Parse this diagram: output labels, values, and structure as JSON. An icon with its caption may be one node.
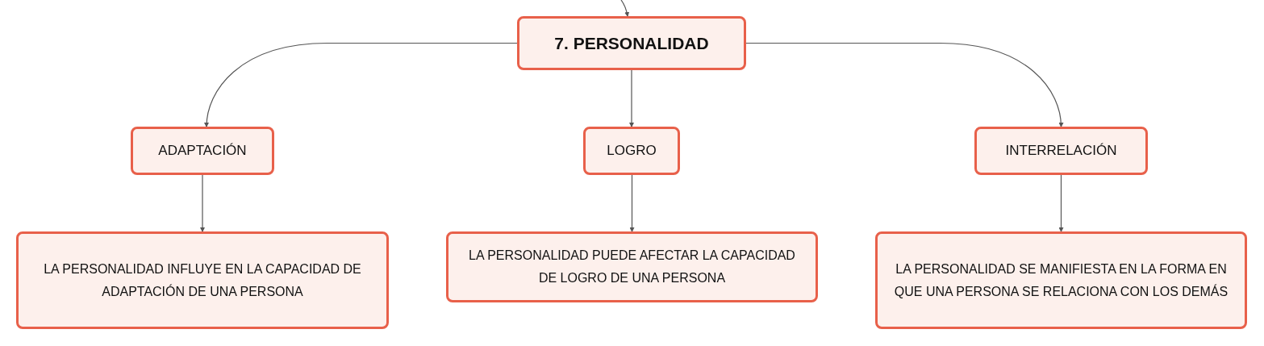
{
  "diagram": {
    "nodes": [
      {
        "text": [
          "7. PERSONALIDAD"
        ]
      },
      {
        "text": [
          "ADAPTACIÓN"
        ]
      },
      {
        "text": [
          "LOGRO"
        ]
      },
      {
        "text": [
          "INTERRELACIÓN"
        ]
      },
      {
        "text": [
          "LA PERSONALIDAD INFLUYE EN LA CAPACIDAD DE ADAPTACIÓN DE UNA PERSONA"
        ]
      },
      {
        "text": [
          "LA PERSONALIDAD PUEDE AFECTAR LA CAPACIDAD DE LOGRO DE UNA PERSONA"
        ]
      },
      {
        "text": [
          "LA PERSONALIDAD SE MANIFIESTA EN LA FORMA EN QUE UNA PERSONA SE RELACIONA CON LOS DEMÁS"
        ]
      }
    ],
    "edges": [
      {
        "from": null,
        "to": 0,
        "arrow": "to"
      },
      {
        "from": 0,
        "to": 1,
        "arrow": "to"
      },
      {
        "from": 0,
        "to": 2,
        "arrow": "to"
      },
      {
        "from": 0,
        "to": 3,
        "arrow": "to"
      },
      {
        "from": 1,
        "to": 4,
        "arrow": "to"
      },
      {
        "from": 2,
        "to": 5,
        "arrow": "to"
      },
      {
        "from": 3,
        "to": 6,
        "arrow": "to"
      }
    ]
  }
}
